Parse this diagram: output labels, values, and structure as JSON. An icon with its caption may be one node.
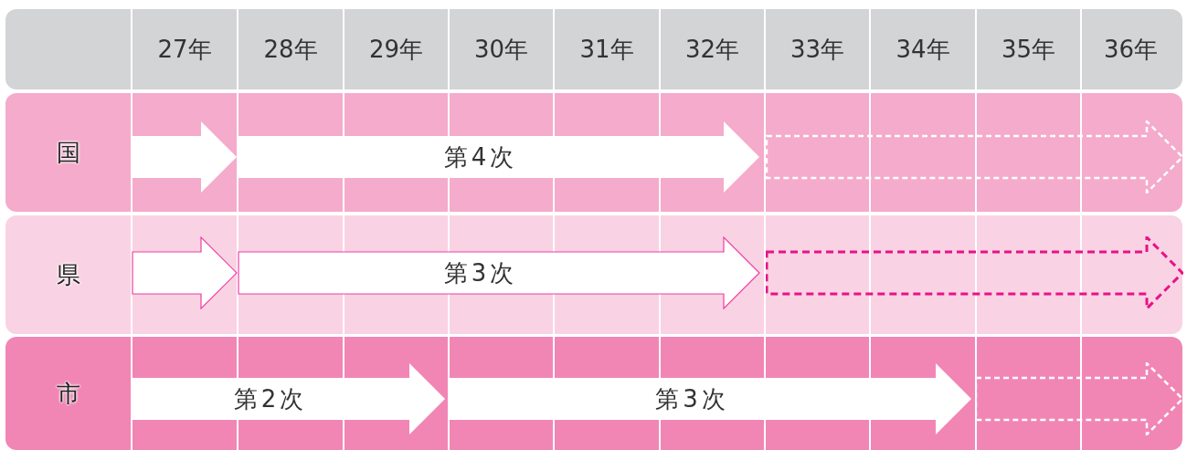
{
  "diagram": {
    "nodes": [
      {
        "text": [
          "国"
        ]
      },
      {
        "text": [],
        "shape": "arrow"
      },
      {
        "text": [
          "第4次"
        ]
      },
      {
        "text": [],
        "shape": "arrow"
      },
      {
        "text": [
          "県"
        ]
      },
      {
        "text": [],
        "shape": "arrow"
      },
      {
        "text": [
          "第3次"
        ]
      },
      {
        "text": [],
        "shape": "arrow"
      },
      {
        "text": [
          "市"
        ]
      },
      {
        "text": [
          "第2次"
        ]
      },
      {
        "text": [
          "第3次"
        ]
      },
      {
        "text": [],
        "shape": "arrow"
      }
    ],
    "labels": [
      "27年",
      "28年",
      "29年",
      "30年",
      "31年",
      "32年",
      "33年",
      "34年",
      "35年",
      "36年"
    ]
  }
}
